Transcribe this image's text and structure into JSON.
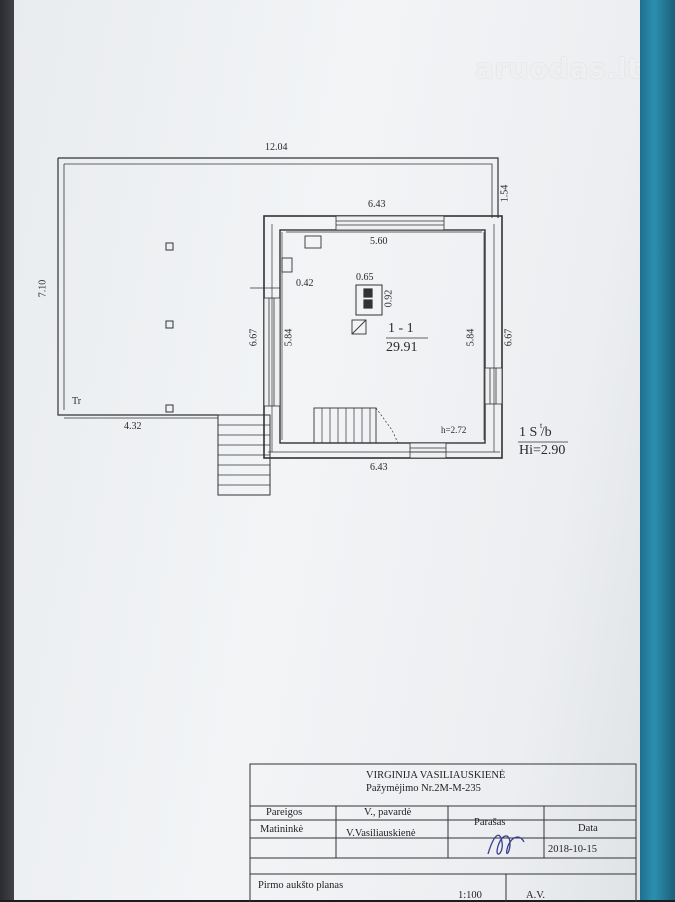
{
  "watermark": {
    "text": "aruodas.lt"
  },
  "plan": {
    "dims": {
      "top_outer": "12.04",
      "right_upper": "1.54",
      "left_height": "7.10",
      "room_top_outer": "6.43",
      "room_top_inner": "5.60",
      "wall_thickness": "0.42",
      "chimney_w": "0.65",
      "chimney_h": "0.92",
      "left_outer": "6.67",
      "left_inner": "5.84",
      "right_inner": "5.84",
      "right_outer": "6.67",
      "terrace_bottom": "4.32",
      "room_bottom": "6.43"
    },
    "room_label": "1 - 1",
    "room_area": "29.91",
    "stair_height": "h=2.72",
    "terrace_label": "Tr",
    "level_label": "1 S /b",
    "level_mark": "t",
    "level_height": "Hi=2.90"
  },
  "title_block": {
    "company": "VIRGINIJA VASILIAUSKIENĖ",
    "certificate": "Pažymėjimo Nr.2M-M-235",
    "headers": {
      "position": "Pareigos",
      "name": "V., pavardė",
      "signature": "Parašas",
      "date": "Data"
    },
    "row": {
      "position": "Matininkė",
      "name": "V.Vasiliauskienė",
      "date": "2018-10-15"
    },
    "plan_name": "Pirmo aukšto planas",
    "scale": "1:100",
    "sheet_code": "A.V."
  }
}
